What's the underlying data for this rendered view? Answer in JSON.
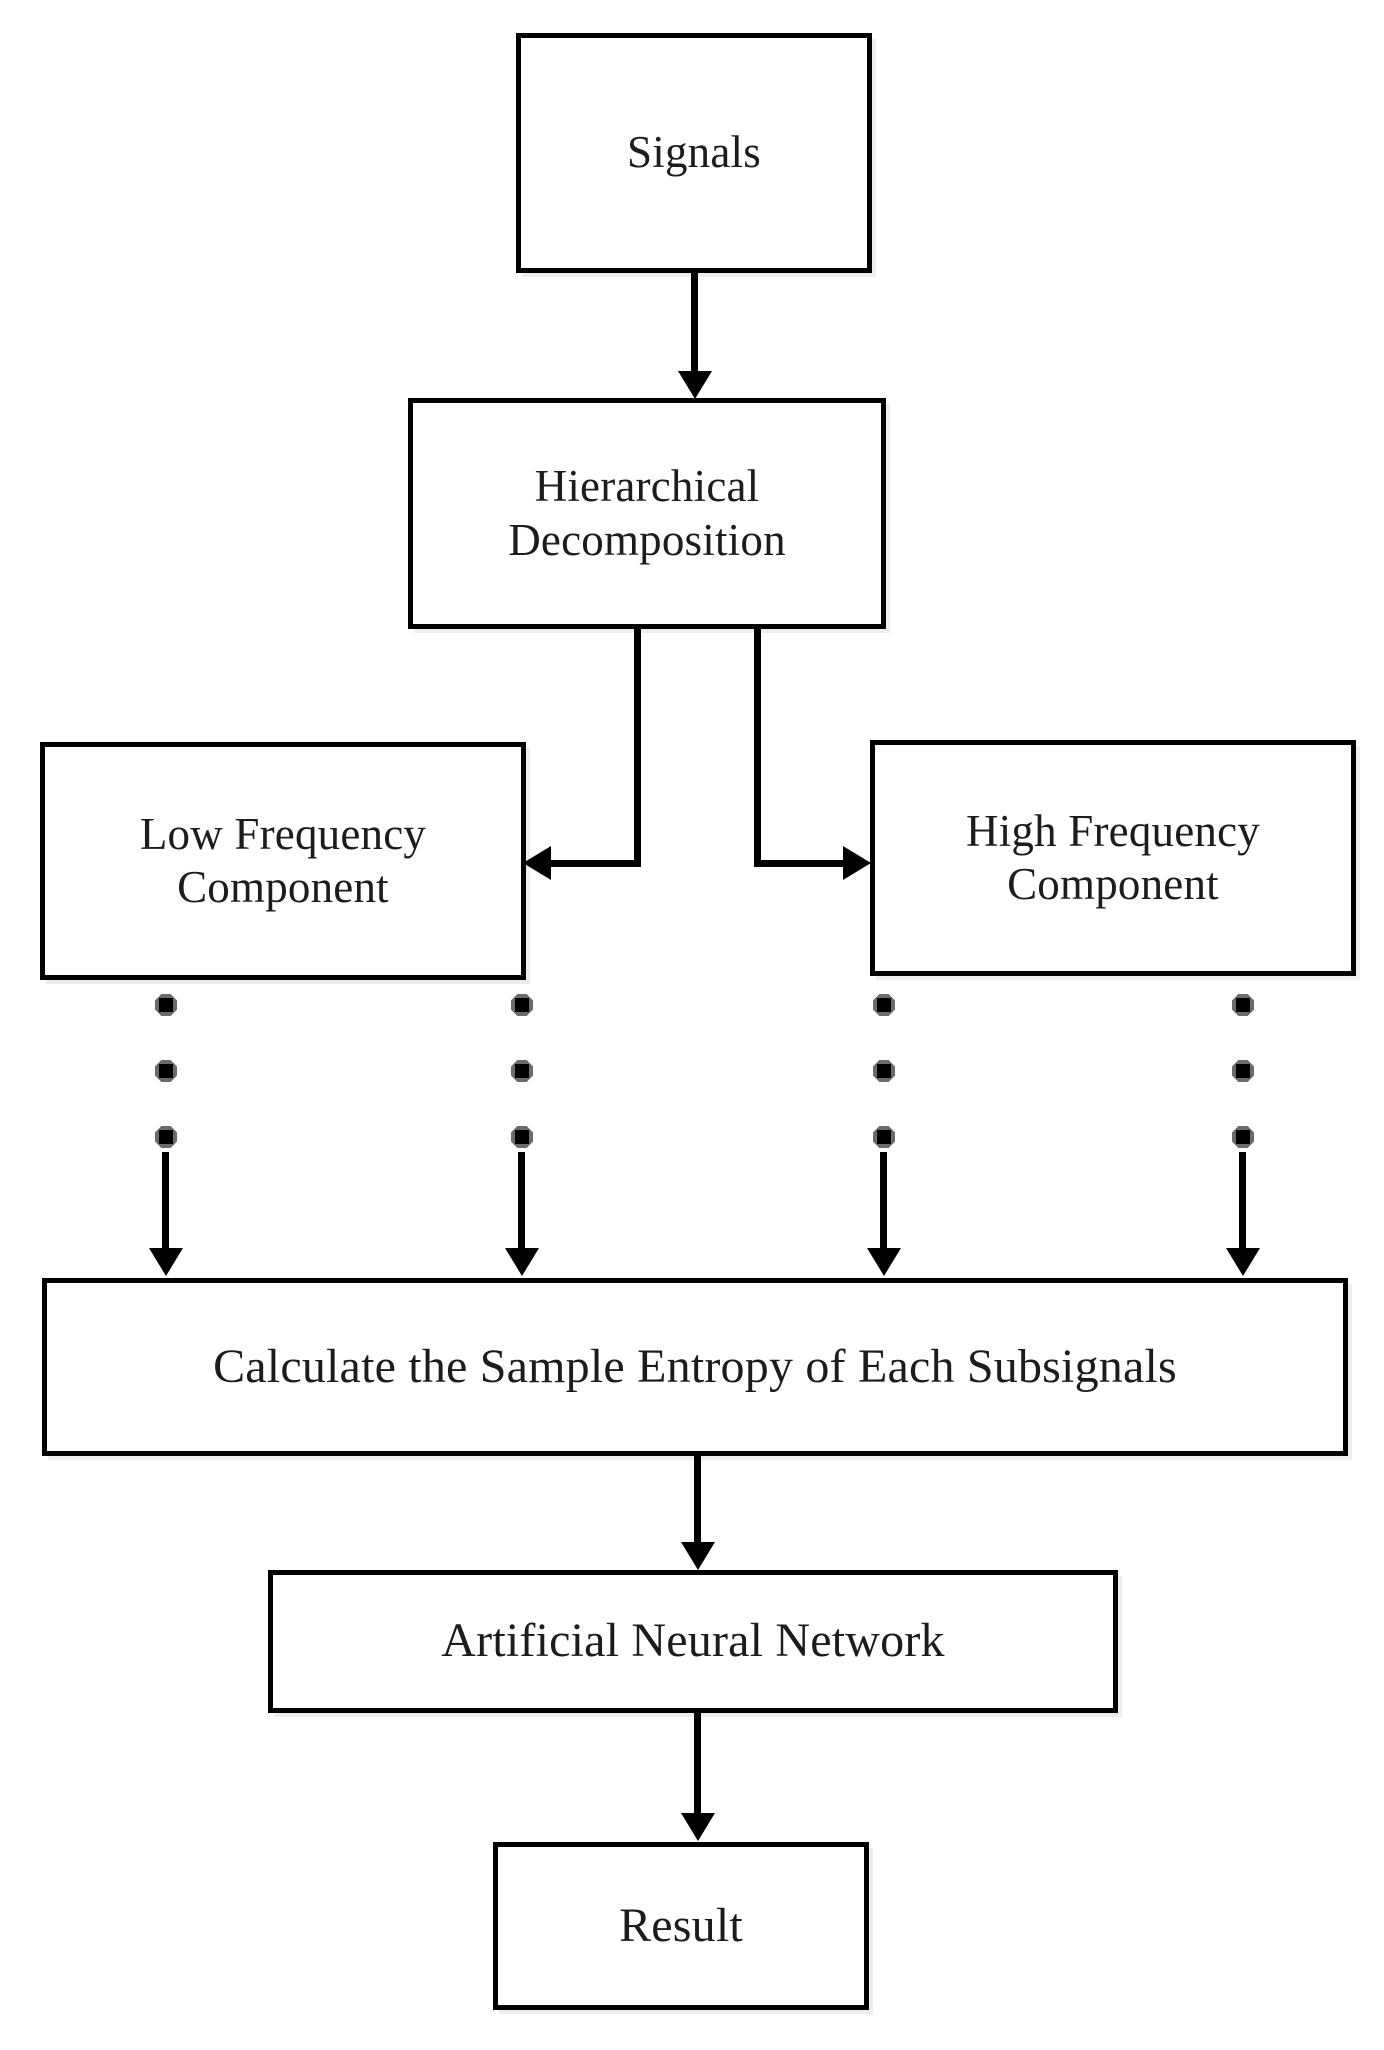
{
  "diagram": {
    "title": "Signal Processing Pipeline Flowchart",
    "background_color": "#ffffff",
    "line_color": "#000000",
    "text_color": "#1c1c1c",
    "nodes": [
      {
        "id": "signals",
        "label": "Signals"
      },
      {
        "id": "hierarchical",
        "label": "Hierarchical Decomposition"
      },
      {
        "id": "lowfreq",
        "label": "Low Frequency Component"
      },
      {
        "id": "highfreq",
        "label": "High Frequency Component"
      },
      {
        "id": "calculate",
        "label": "Calculate the Sample Entropy of Each Subsignals"
      },
      {
        "id": "ann",
        "label": "Artificial Neural Network"
      },
      {
        "id": "result",
        "label": "Result"
      }
    ],
    "edges": [
      {
        "from": "signals",
        "to": "hierarchical",
        "style": "arrow-down"
      },
      {
        "from": "hierarchical",
        "to": "lowfreq",
        "style": "elbow-arrow-left"
      },
      {
        "from": "hierarchical",
        "to": "highfreq",
        "style": "elbow-arrow-right"
      },
      {
        "from": "lowfreq",
        "to": "calculate",
        "style": "dotted-then-arrow-down"
      },
      {
        "from": "lowfreq",
        "to": "calculate",
        "style": "dotted-then-arrow-down"
      },
      {
        "from": "highfreq",
        "to": "calculate",
        "style": "dotted-then-arrow-down"
      },
      {
        "from": "highfreq",
        "to": "calculate",
        "style": "dotted-then-arrow-down"
      },
      {
        "from": "calculate",
        "to": "ann",
        "style": "arrow-down"
      },
      {
        "from": "ann",
        "to": "result",
        "style": "arrow-down"
      }
    ],
    "ellipsis_columns": 4,
    "ellipsis_dots_per_column": 3
  }
}
